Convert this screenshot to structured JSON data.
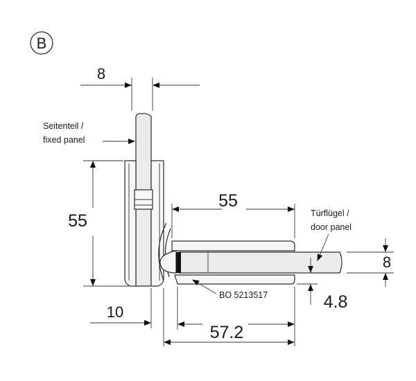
{
  "view_label": "B",
  "dimensions": {
    "top_width": "8",
    "left_height": "55",
    "bottom_left": "10",
    "door_clamp_length": "55",
    "overall_length": "57.2",
    "door_thickness": "8",
    "offset": "4.8"
  },
  "callouts": {
    "fixed_panel_line1": "Seitenteil /",
    "fixed_panel_line2": "fixed panel",
    "door_panel_line1": "Türflügel /",
    "door_panel_line2": "door panel",
    "part_number": "BO 5213517"
  },
  "colors": {
    "line": "#222222",
    "glass": "#ececec"
  }
}
